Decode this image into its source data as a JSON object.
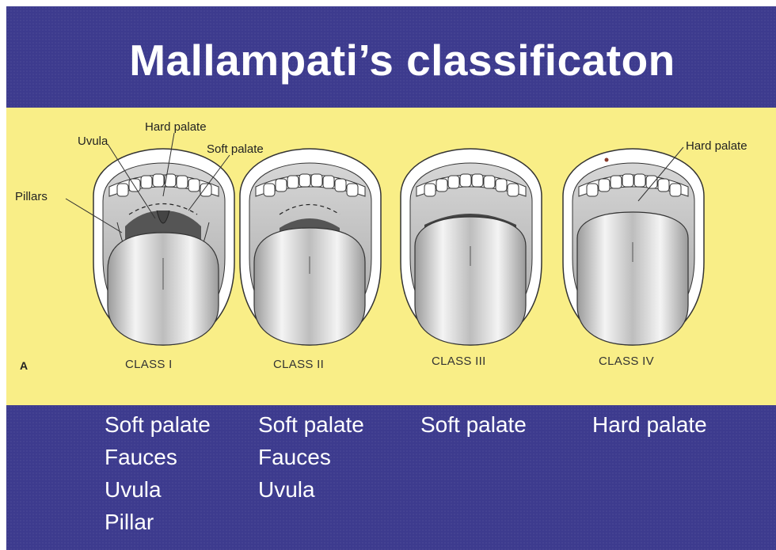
{
  "slide": {
    "title": "Mallampati’s classificaton",
    "colors": {
      "background": "#3d3b8e",
      "panel": "#f9ee87",
      "title_text": "#ffffff"
    }
  },
  "figure": {
    "labels": {
      "uvula": "Uvula",
      "hard_palate": "Hard palate",
      "soft_palate": "Soft palate",
      "pillars": "Pillars",
      "hard_palate_class4": "Hard palate"
    },
    "figure_letter": "A",
    "classes": [
      "CLASS I",
      "CLASS II",
      "CLASS III",
      "CLASS IV"
    ]
  },
  "visible_structures": [
    [
      "Soft palate",
      "Fauces",
      "Uvula",
      "Pillar"
    ],
    [
      "Soft palate",
      "Fauces",
      "Uvula"
    ],
    [
      "Soft palate"
    ],
    [
      "Hard palate"
    ]
  ]
}
